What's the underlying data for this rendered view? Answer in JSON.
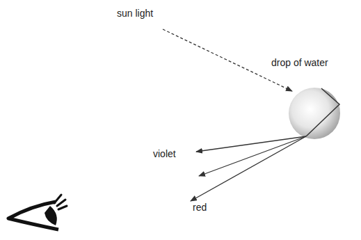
{
  "diagram": {
    "labels": [
      "sun light",
      "drop of water",
      "violet",
      "red"
    ]
  }
}
